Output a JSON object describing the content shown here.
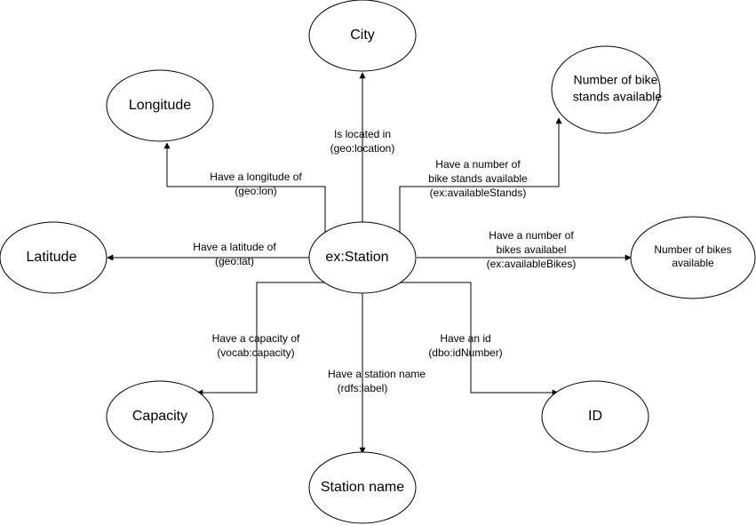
{
  "nodes": {
    "city": "City",
    "longitude": "Longitude",
    "stands": [
      "Number of bike",
      "stands available"
    ],
    "latitude": "Latitude",
    "station": "ex:Station",
    "bikes": [
      "Number of bikes",
      "available"
    ],
    "capacity": "Capacity",
    "id": "ID",
    "station_name": "Station name"
  },
  "edges": {
    "location": [
      "Is located in",
      "(geo:location)"
    ],
    "longitude": [
      "Have a longitude of",
      "(geo:lon)"
    ],
    "stands": [
      "Have a number of",
      "bike stands available",
      "(ex:availableStands)"
    ],
    "latitude": [
      "Have a latitude of",
      "(geo:lat)"
    ],
    "bikes": [
      "Have a number of",
      "bikes availabel",
      "(ex:availableBikes)"
    ],
    "capacity": [
      "Have a capacity of",
      "(vocab:capacity)"
    ],
    "label": [
      "Have a station name",
      "(rdfs:label)"
    ],
    "id": [
      "Have an id",
      "(dbo:idNumber)"
    ]
  }
}
